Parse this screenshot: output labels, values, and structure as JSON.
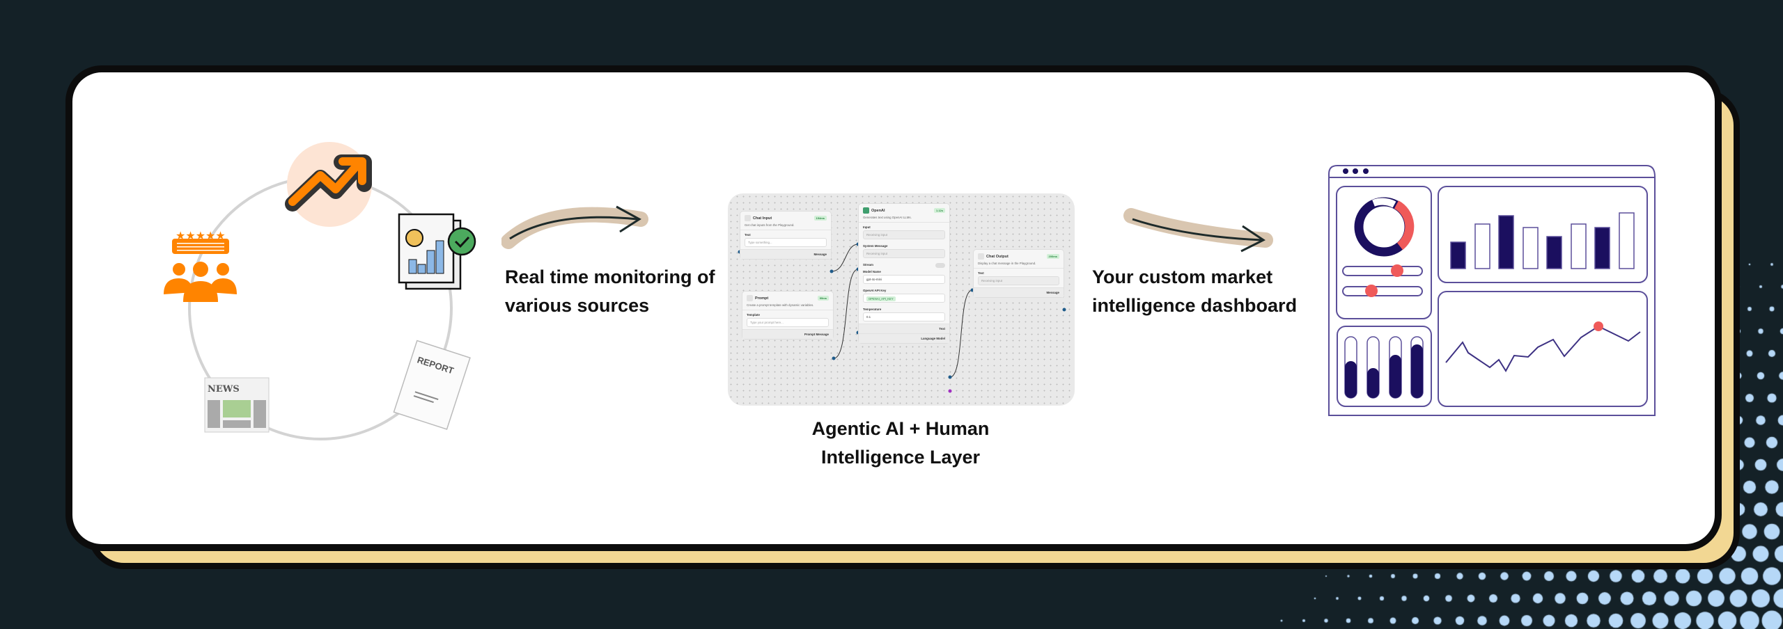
{
  "sources_caption": [
    "Real time monitoring of",
    "various sources"
  ],
  "sources_icons": [
    "trending-up-icon",
    "customer-reviews-icon",
    "report-chart-icon",
    "report-document-icon",
    "newspaper-icon"
  ],
  "icon_text": {
    "report": "REPORT",
    "news": "NEWS"
  },
  "middle_caption": [
    "Agentic AI + Human",
    "Intelligence Layer"
  ],
  "dashboard_caption": [
    "Your custom market",
    "intelligence dashboard"
  ],
  "colors": {
    "background": "#142127",
    "card_shadow": "#f2d793",
    "orange": "#ff8400",
    "navy": "#1b0f5f",
    "coral": "#ef5a5a",
    "dots": "#b6d8f7"
  },
  "flow": {
    "chat_input": {
      "title": "Chat Input",
      "badge": "154ms",
      "desc": "Get chat inputs from the Playground.",
      "field": "Text",
      "placeholder": "Type something...",
      "output": "Message"
    },
    "prompt": {
      "title": "Prompt",
      "badge": "99ms",
      "desc": "Create a prompt template with dynamic variables.",
      "field": "Template",
      "placeholder": "Type your prompt here...",
      "output": "Prompt Message"
    },
    "openai": {
      "title": "OpenAI",
      "badge": "1.12s",
      "desc": "Generates text using OpenAI LLMs.",
      "input_label": "Input",
      "input_value": "Receiving input",
      "sys_label": "System Message",
      "sys_value": "Receiving input",
      "stream_label": "Stream",
      "model_label": "Model Name",
      "model_value": "gpt-4o-mini",
      "key_label": "OpenAI API Key",
      "key_value": "OPENAI_API_KEY",
      "temp_label": "Temperature",
      "temp_value": "0.1",
      "output_text": "Text",
      "output_model": "Language Model"
    },
    "chat_output": {
      "title": "Chat Output",
      "badge": "200ms",
      "desc": "Display a chat message in the Playground.",
      "field": "Text",
      "value": "Receiving input",
      "output": "Message"
    }
  }
}
